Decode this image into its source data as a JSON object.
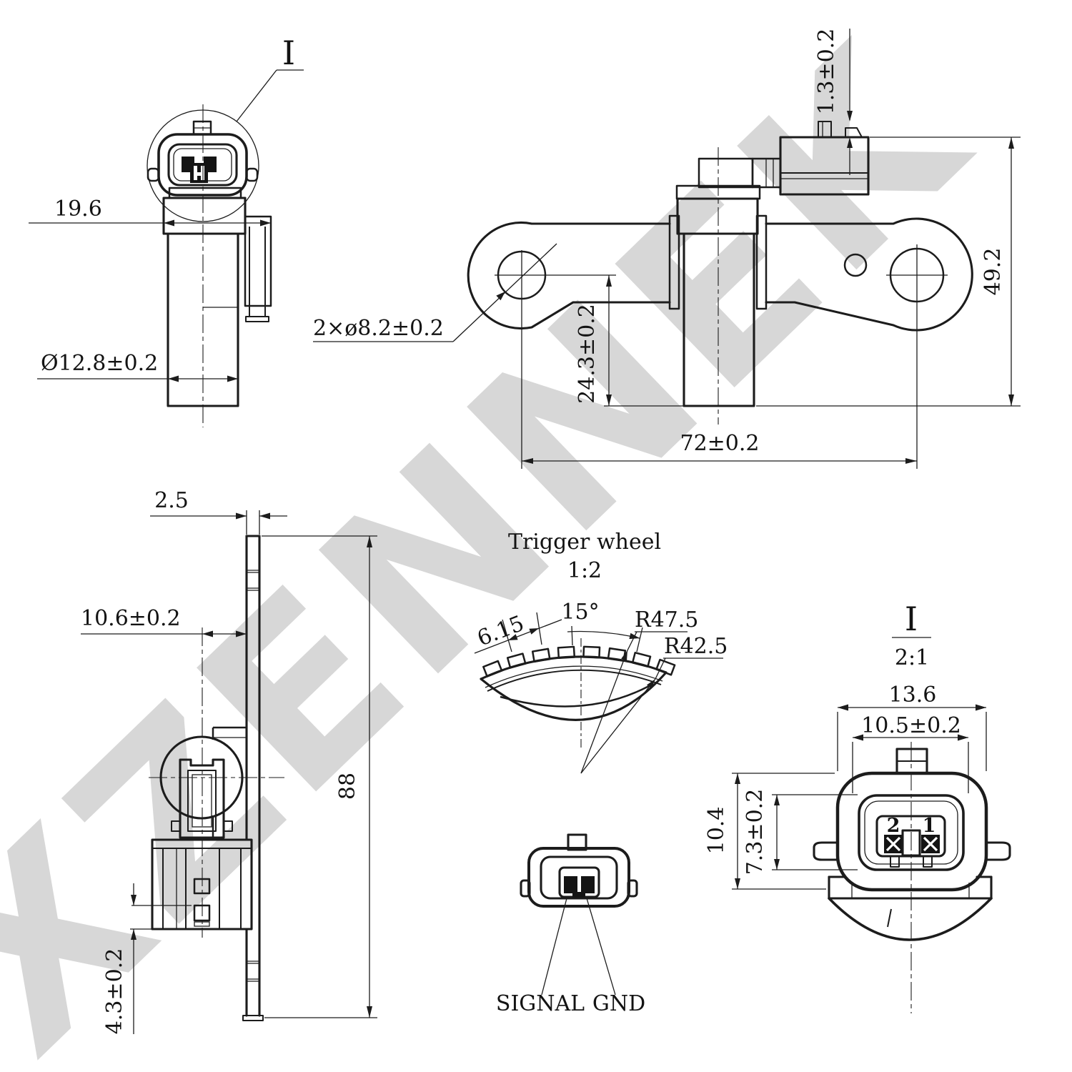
{
  "watermark": "XZENNEK",
  "colors": {
    "line": "#1c1c1c",
    "watermark": "#d7d7d7"
  },
  "front_view": {
    "detail_ref": "I",
    "width_dim": "19.6",
    "barrel_dia_dim": "Ø12.8±0.2"
  },
  "top_view": {
    "tab_dim": "1.3±0.2",
    "height_dim": "49.2",
    "hole_dim": "2×ø8.2±0.2",
    "offset_dim": "24.3±0.2",
    "span_dim": "72±0.2"
  },
  "side_view": {
    "plate_dim": "2.5",
    "offset_dim": "10.6±0.2",
    "length_dim": "88",
    "tip_dim": "4.3±0.2"
  },
  "trigger_wheel": {
    "title": "Trigger wheel",
    "scale": "1:2",
    "tooth_width_dim": "6.15",
    "pitch_dim": "15°",
    "outer_radius_dim": "R47.5",
    "inner_radius_dim": "R42.5"
  },
  "pinout": {
    "signal_label": "SIGNAL",
    "gnd_label": "GND"
  },
  "detail_view": {
    "ref": "I",
    "scale": "2:1",
    "outer_width_dim": "13.6",
    "inner_width_dim": "10.5±0.2",
    "outer_height_dim": "10.4",
    "inner_height_dim": "7.3±0.2",
    "pin2": "2",
    "pin1": "1"
  }
}
